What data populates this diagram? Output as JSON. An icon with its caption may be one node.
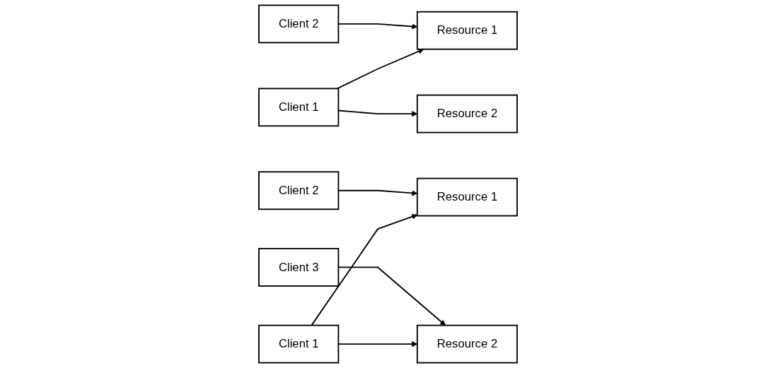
{
  "diagram": {
    "nodes": [
      {
        "text": [
          "Client 1"
        ]
      },
      {
        "text": [
          "Resource 1"
        ]
      },
      {
        "text": [
          "Client 2"
        ]
      },
      {
        "text": [
          "Resource 2"
        ]
      },
      {
        "text": [
          "Client 1"
        ]
      },
      {
        "text": [
          "Resource 1"
        ]
      },
      {
        "text": [
          "Client 2"
        ]
      },
      {
        "text": [
          "Resource 2"
        ]
      },
      {
        "text": [
          "Client 3"
        ]
      }
    ],
    "edges": [
      {
        "from": 0,
        "to": 1,
        "arrow": "to"
      },
      {
        "from": 0,
        "to": 3,
        "arrow": "to"
      },
      {
        "from": 2,
        "to": 1,
        "arrow": "to"
      },
      {
        "from": 4,
        "to": 5,
        "arrow": "to"
      },
      {
        "from": 4,
        "to": 7,
        "arrow": "to"
      },
      {
        "from": 6,
        "to": 5,
        "arrow": "to"
      },
      {
        "from": 8,
        "to": 7,
        "arrow": "to"
      }
    ]
  }
}
